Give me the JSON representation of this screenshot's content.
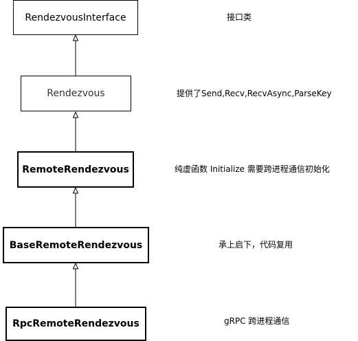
{
  "diagram": {
    "nodes": [
      {
        "id": "rendezvous_interface",
        "label": "RendezvousInterface",
        "bold": false
      },
      {
        "id": "rendezvous",
        "label": "Rendezvous",
        "bold": false
      },
      {
        "id": "remote_rendezvous",
        "label": "RemoteRendezvous",
        "bold": true
      },
      {
        "id": "base_remote_rendezvous",
        "label": "BaseRemoteRendezvous",
        "bold": true
      },
      {
        "id": "rpc_remote_rendezvous",
        "label": "RpcRemoteRendezvous",
        "bold": true
      }
    ],
    "edges": [
      {
        "from": "rendezvous",
        "to": "rendezvous_interface",
        "arrow": "hollow-triangle"
      },
      {
        "from": "remote_rendezvous",
        "to": "rendezvous",
        "arrow": "hollow-triangle"
      },
      {
        "from": "base_remote_rendezvous",
        "to": "remote_rendezvous",
        "arrow": "hollow-triangle"
      },
      {
        "from": "rpc_remote_rendezvous",
        "to": "base_remote_rendezvous",
        "arrow": "hollow-triangle"
      }
    ],
    "notes": [
      {
        "for": "rendezvous_interface",
        "text": "接口类"
      },
      {
        "for": "rendezvous",
        "text": "提供了Send,Recv,RecvAsync,ParseKey"
      },
      {
        "for": "remote_rendezvous",
        "text": "纯虚函数 Initialize 需要跨进程通信初始化"
      },
      {
        "for": "base_remote_rendezvous",
        "text": "承上启下，代码复用"
      },
      {
        "for": "rpc_remote_rendezvous",
        "text": "gRPC 跨进程通信"
      }
    ]
  }
}
